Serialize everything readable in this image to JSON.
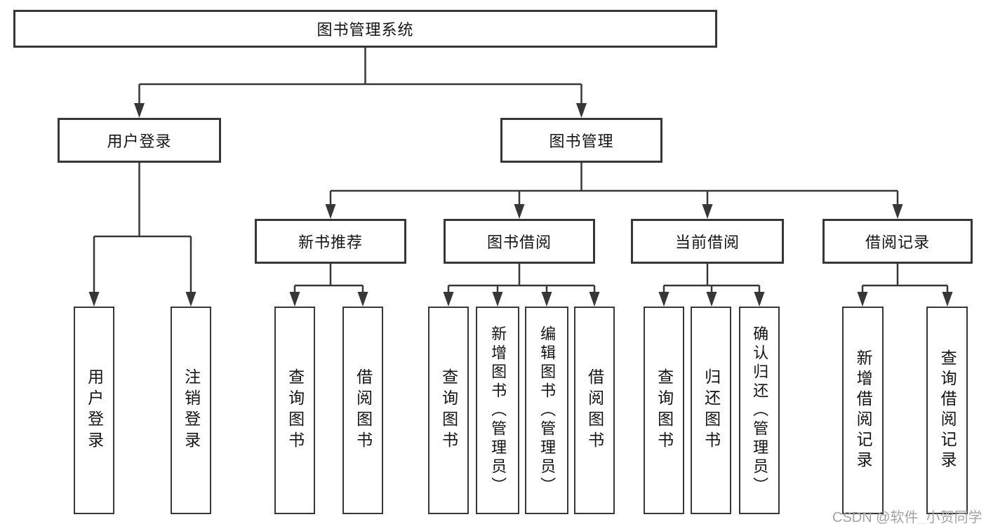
{
  "colors": {
    "line": "#373737",
    "text": "#141414",
    "watermark": "#a3a3a3",
    "background": "#ffffff"
  },
  "watermark": "CSDN @软件_小贺同学",
  "diagram": {
    "type": "tree",
    "root_label": "图书管理系统",
    "level2": [
      {
        "label": "用户登录",
        "children": [
          "用户登录",
          "注销登录"
        ]
      },
      {
        "label": "图书管理"
      }
    ],
    "book_modules": [
      {
        "label": "新书推荐",
        "children": [
          "查询图书",
          "借阅图书"
        ]
      },
      {
        "label": "图书借阅",
        "children": [
          "查询图书",
          "新增图书（管理员）",
          "编辑图书（管理员）",
          "借阅图书"
        ]
      },
      {
        "label": "当前借阅",
        "children": [
          "查询图书",
          "归还图书",
          "确认归还（管理员）"
        ]
      },
      {
        "label": "借阅记录",
        "children": [
          "新增借阅记录",
          "查询借阅记录"
        ]
      }
    ]
  }
}
